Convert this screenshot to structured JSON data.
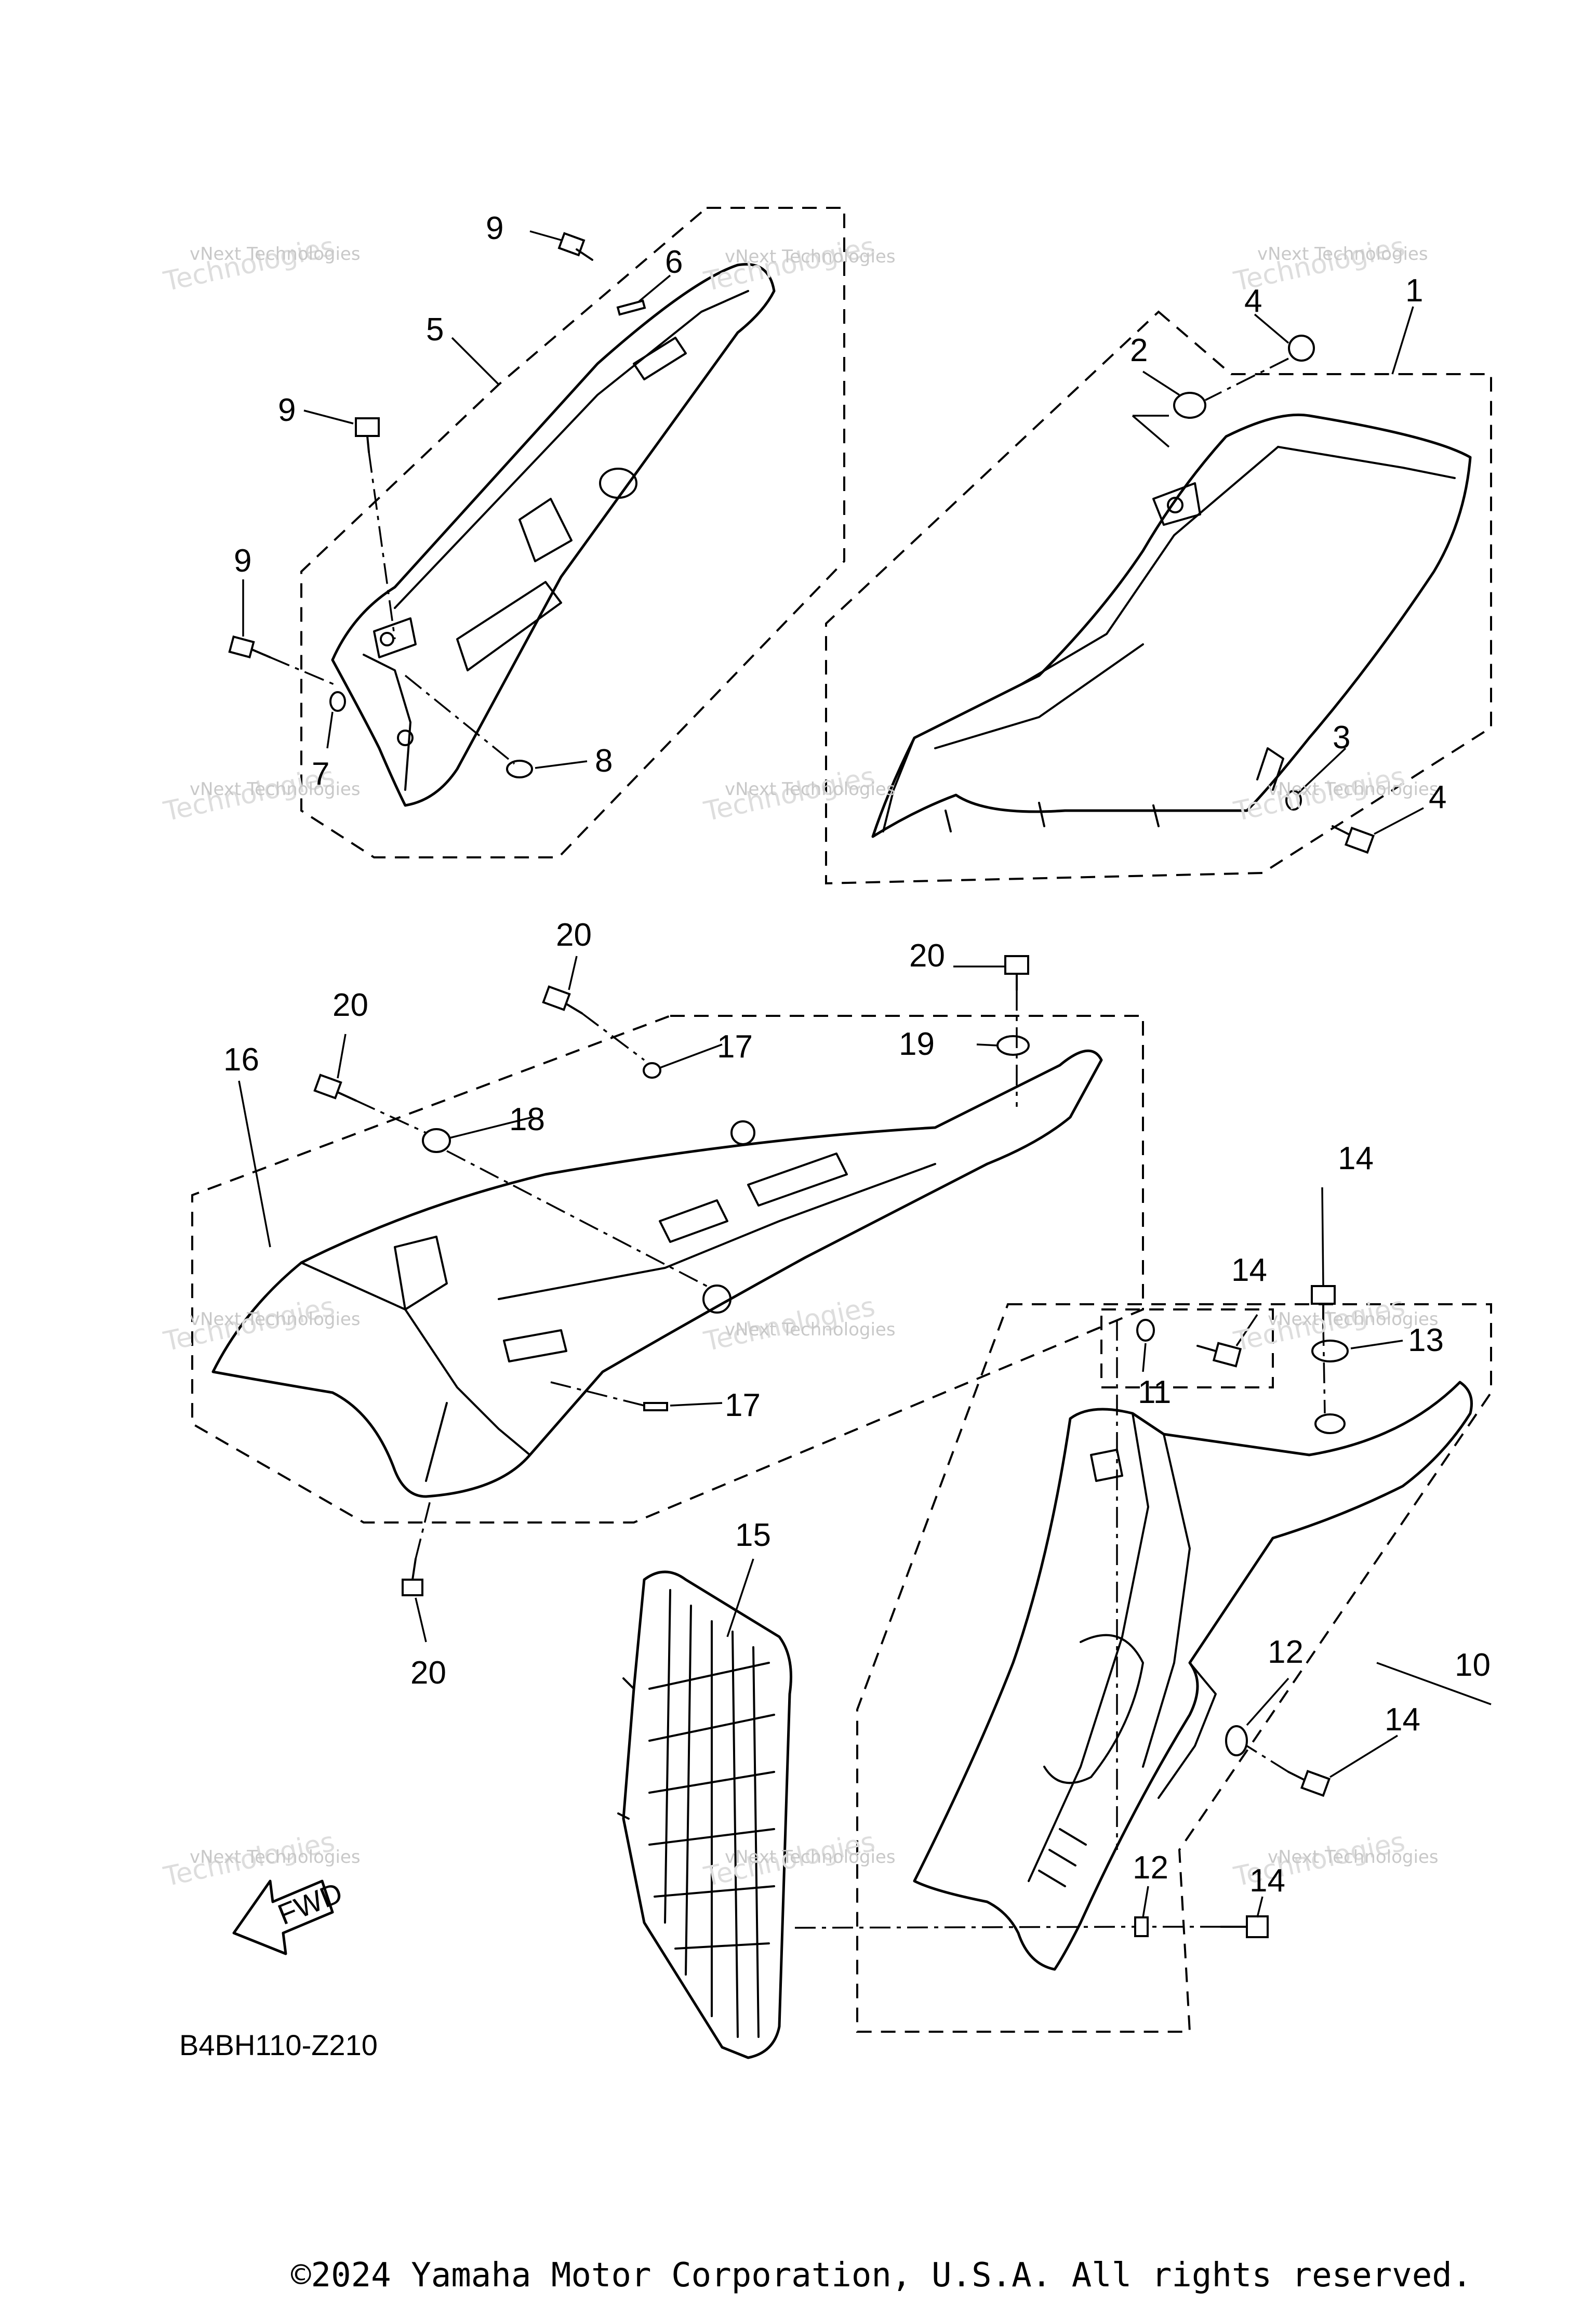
{
  "diagram": {
    "figure_code": "B4BH110-Z210",
    "copyright": "©2024 Yamaha Motor Corporation, U.S.A. All rights reserved.",
    "watermark_line1": "vNext Technologies",
    "watermark_line2": "Technologies",
    "fwd_label": "FWD",
    "callouts": [
      "1",
      "2",
      "3",
      "4",
      "4",
      "5",
      "6",
      "7",
      "8",
      "9",
      "9",
      "9",
      "10",
      "11",
      "12",
      "12",
      "13",
      "14",
      "14",
      "14",
      "14",
      "15",
      "16",
      "17",
      "17",
      "18",
      "19",
      "20",
      "20",
      "20",
      "20"
    ]
  }
}
